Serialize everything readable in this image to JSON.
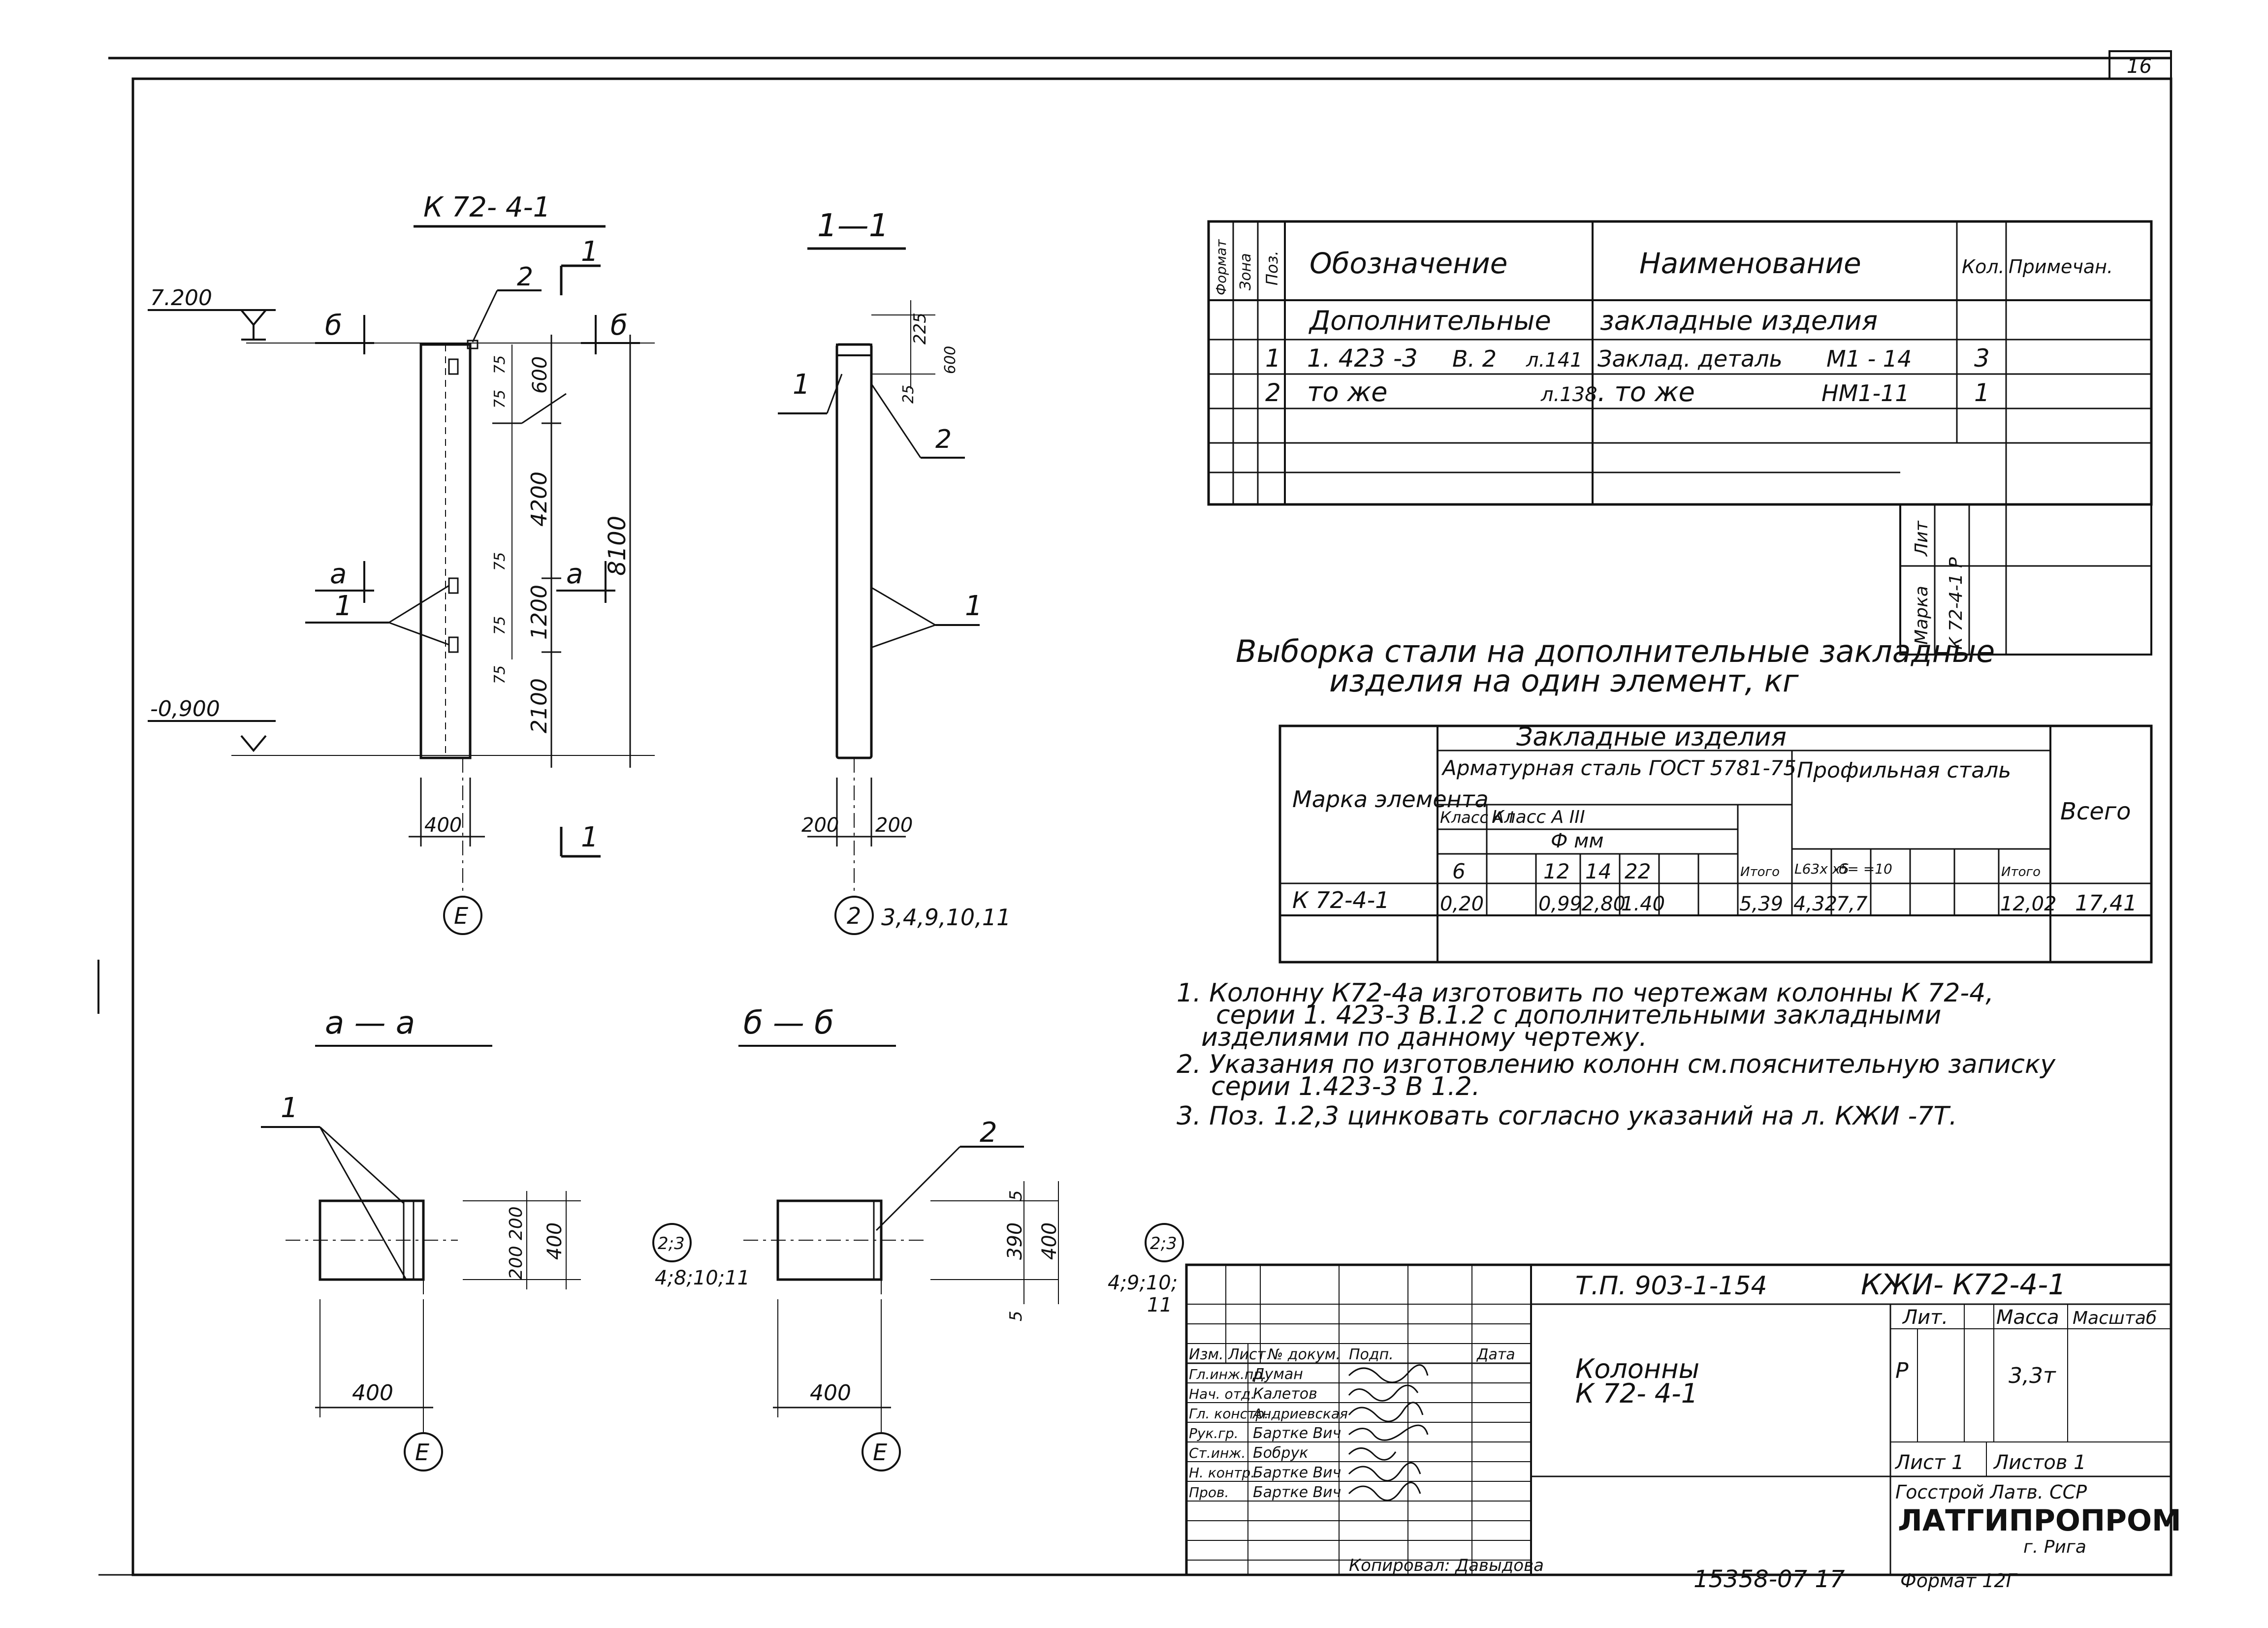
{
  "sheet_corner": "16",
  "view_main": {
    "title": "К 72- 4-1",
    "elev_top": "7.200",
    "elev_bottom": "-0,900",
    "section_b": "б",
    "section_a": "а",
    "section_1": "1",
    "callout_1": "1",
    "callout_2": "2",
    "dims_right": [
      "600",
      "4200",
      "1200",
      "2100"
    ],
    "dim_total": "8100",
    "dims_small": [
      "75",
      "75",
      "75",
      "75",
      "75"
    ],
    "dim_width": "400",
    "axis": "Е"
  },
  "view_11": {
    "title": "1—1",
    "dims_top": [
      "225",
      "600",
      "25"
    ],
    "callout_1": "1",
    "callout_2": "2",
    "callout_1b": "1",
    "dim_left": "200",
    "dim_right": "200",
    "axis": "2",
    "axis_refs": "3,4,9,10,11"
  },
  "view_aa": {
    "title": "а — а",
    "callout": "1",
    "dims": [
      "200",
      "200",
      "400"
    ],
    "dim_width": "400",
    "axis_circle": "2;3",
    "axis_refs": "4;8;10;11",
    "axis": "Е"
  },
  "view_bb": {
    "title": "б — б",
    "callout": "2",
    "dims": [
      "5",
      "390",
      "5",
      "400"
    ],
    "dim_width": "400",
    "axis_circle": "2;3",
    "axis_refs_1": "4;9;10;",
    "axis_refs_2": "11",
    "axis": "Е"
  },
  "spec_table": {
    "headers": [
      "Формат",
      "Зона",
      "Поз.",
      "Обозначение",
      "Наименование",
      "Кол.",
      "Примечан."
    ],
    "group_left": "Дополнительные",
    "group_right": "закладные   изделия",
    "rows": [
      {
        "pos": "1",
        "designation": "1. 423 -3",
        "ref1": "В. 2",
        "ref2": "л.141",
        "name": "Заклад. деталь",
        "mark": "М1 - 14",
        "qty": "3"
      },
      {
        "pos": "2",
        "designation": "то  же",
        "ref1": "",
        "ref2": "л.138",
        "name": ". то    же",
        "mark": "НМ1-11",
        "qty": "1"
      }
    ],
    "marka_label": "Марка",
    "lit_label": "Лит",
    "marka_value": "К 72-4-1 Р"
  },
  "steel_title_line1": "Выборка   стали  на   дополнительные   закладные",
  "steel_title_line2": "изделия   на   один   элемент, кг",
  "steel_table": {
    "marka_header": "Марка элемента",
    "group_header": "Закладные        изделия",
    "arm_header": "Арматурная   сталь ГОСТ   5781-75",
    "class_ai": "Класс А I",
    "class_aiii": "Класс        А III",
    "diam_header": "Ф мм",
    "diameters": [
      "6",
      "",
      "12",
      "14",
      "22",
      ""
    ],
    "itogo_1": "Итого",
    "profile_header": "Профильная сталь",
    "profile_cols": [
      "L63x x5",
      "-б= =10",
      "",
      ""
    ],
    "itogo_2": "Итого",
    "total_header": "Всего",
    "row": {
      "marka": "К 72-4-1",
      "values": [
        "0,20",
        "",
        "0,99",
        "2,80",
        "1.40",
        "",
        "5,39",
        "4,32",
        "7,7",
        "",
        "",
        "12,02",
        "17,41"
      ]
    }
  },
  "notes": [
    "1. Колонну К72-4а изготовить по чертежам колонны  К 72-4,",
    "серии  1. 423-3 В.1.2   с дополнительными закладными",
    "изделиями по данному чертежу.",
    "2. Указания   по изготовлению колонн см.пояснительную записку",
    "серии     1.423-3  В 1.2.",
    "3. Поз.  1.2,3  цинковать  согласно  указаний  на л. КЖИ -7Т."
  ],
  "title_block": {
    "project": "Т.П.      903-1-154",
    "code": "КЖИ-  К72-4-1",
    "sign_headers": [
      "Изм.",
      "Лист",
      "№ докум.",
      "Подп.",
      "Дата"
    ],
    "roles": [
      "Гл.инж.пр.",
      "Нач. отд.",
      "Гл. констр.",
      "Рук.гр.",
      "Ст.инж.",
      "Н. контр.",
      "Пров."
    ],
    "names": [
      "Думан",
      "Калетов",
      "Андриевская",
      "Бартке Вич",
      "Бобрук",
      "Бартке Вич",
      "Бартке Вич"
    ],
    "name_line1": "Колонны",
    "name_line2": "К 72- 4-1",
    "lit_label": "Лит.",
    "mass_label": "Масса",
    "scale_label": "Масштаб",
    "lit_value": "Р",
    "mass_value": "3,3т",
    "sheet_label": "Лист 1",
    "sheets_label": "Листов 1",
    "org_line1": "Госстрой    Латв. ССР",
    "org_name": "ЛАТГИПРОПРОМ",
    "org_city": "г. Рига",
    "copied": "Копировал: Давыдова",
    "inv_number": "15358-07   17",
    "format": "Формат 12Г"
  }
}
